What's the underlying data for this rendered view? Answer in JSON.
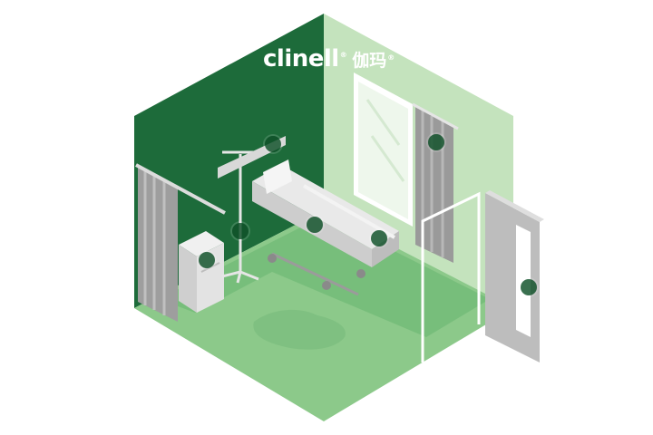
{
  "brand": {
    "latin": "clinell",
    "latin_reg": "®",
    "cjk": "伽玛",
    "cjk_reg": "®"
  },
  "colors": {
    "back_wall_dark": "#1d6b3a",
    "right_wall_light": "#bfe0b9",
    "floor": "#8cc98a",
    "floor_dark": "#5fae6a",
    "hotspot": "#0f5028",
    "furniture_gray": "#cfcfcf",
    "white": "#ffffff"
  },
  "hotspots": [
    {
      "name": "hotspot-curtain-right-window",
      "icon": "dot-marker"
    },
    {
      "name": "hotspot-drip-stand-top",
      "icon": "dot-marker"
    },
    {
      "name": "hotspot-bed-rail",
      "icon": "dot-marker"
    },
    {
      "name": "hotspot-bed-footboard",
      "icon": "dot-marker"
    },
    {
      "name": "hotspot-drip-stand-base",
      "icon": "dot-marker"
    },
    {
      "name": "hotspot-bedside-cabinet",
      "icon": "dot-marker"
    },
    {
      "name": "hotspot-door-handle",
      "icon": "dot-marker"
    }
  ]
}
